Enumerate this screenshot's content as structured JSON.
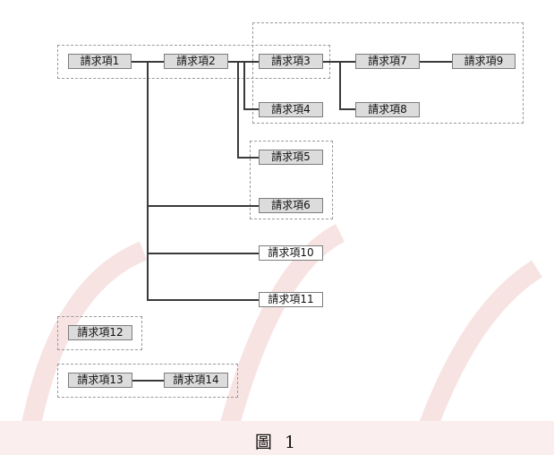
{
  "nodes": {
    "n1": "請求項1",
    "n2": "請求項2",
    "n3": "請求項3",
    "n4": "請求項4",
    "n5": "請求項5",
    "n6": "請求項6",
    "n7": "請求項7",
    "n8": "請求項8",
    "n9": "請求項9",
    "n10": "請求項10",
    "n11": "請求項11",
    "n12": "請求項12",
    "n13": "請求項13",
    "n14": "請求項14"
  },
  "edges": [
    [
      "n1",
      "n2"
    ],
    [
      "n2",
      "n3"
    ],
    [
      "n3",
      "n7"
    ],
    [
      "n7",
      "n9"
    ],
    [
      "n3",
      "n8"
    ],
    [
      "n2",
      "n4"
    ],
    [
      "n2",
      "n5"
    ],
    [
      "n1",
      "n6"
    ],
    [
      "n1",
      "n10"
    ],
    [
      "n1",
      "n11"
    ],
    [
      "n13",
      "n14"
    ]
  ],
  "caption": "圖 1",
  "colors": {
    "node_fill": "#dcdcdc",
    "node_border": "#7d7d7d",
    "line": "#3a3a3a",
    "group_border": "#9a9a9a",
    "watermark": "#f6dede"
  }
}
